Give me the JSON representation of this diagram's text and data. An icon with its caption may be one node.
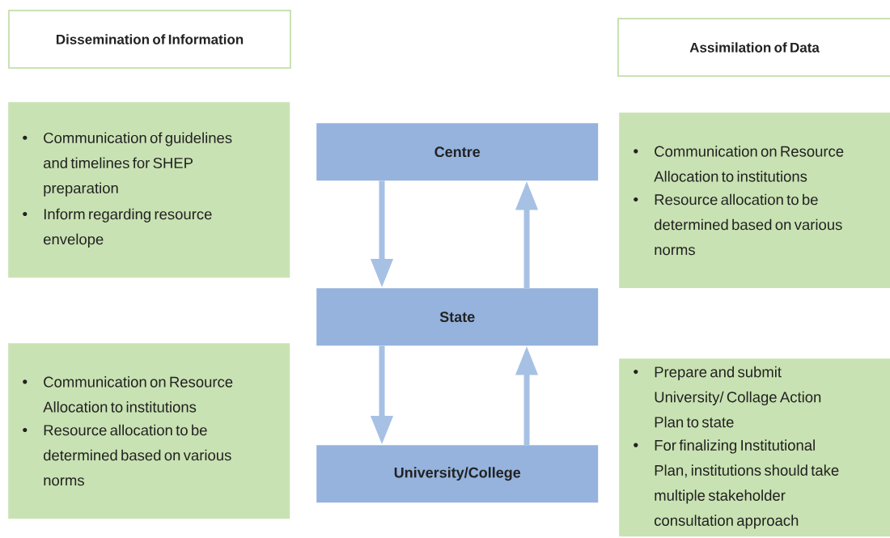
{
  "diagram": {
    "nodes": [
      {
        "text": [
          "Dissemination of Information"
        ]
      },
      {
        "text": [
          "Assimilation of Data"
        ]
      },
      {
        "text": [
          "Communication of guidelines and timelines for SHEP preparation",
          "Inform regarding resource envelope"
        ]
      },
      {
        "text": [
          "Centre"
        ]
      },
      {
        "text": [
          "Communication on Resource Allocation to institutions",
          "Resource allocation to be determined based on various norms"
        ]
      },
      {
        "text": [
          "State"
        ]
      },
      {
        "text": [
          "Communication on Resource Allocation to institutions",
          "Resource allocation to be determined based on various norms"
        ]
      },
      {
        "text": [
          "University/College"
        ]
      },
      {
        "text": [
          "Prepare and submit University/ Collage Action Plan to state",
          "For finalizing Institutional Plan, institutions should take multiple stakeholder consultation approach"
        ]
      }
    ],
    "edges": [
      {
        "from": 3,
        "to": 5,
        "arrow": "to"
      },
      {
        "from": 5,
        "to": 3,
        "arrow": "to"
      },
      {
        "from": 5,
        "to": 7,
        "arrow": "to"
      },
      {
        "from": 7,
        "to": 5,
        "arrow": "to"
      }
    ]
  }
}
